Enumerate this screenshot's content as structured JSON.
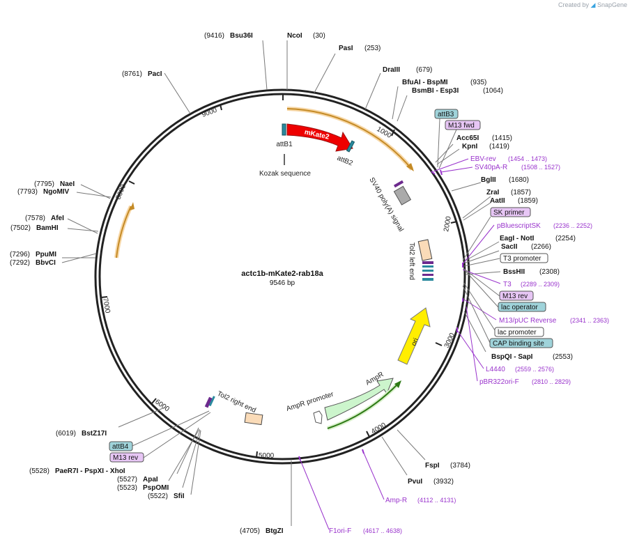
{
  "credit": {
    "prefix": "Created by",
    "brand": "SnapGene"
  },
  "plasmid": {
    "name": "actc1b-mKate2-rab18a",
    "length": "9546 bp"
  },
  "ticks": [
    "1000",
    "2000",
    "3000",
    "4000",
    "5000",
    "6000",
    "7000",
    "8000",
    "9000"
  ],
  "sites": [
    {
      "pos": "(9416)",
      "name": "Bsu36I"
    },
    {
      "name": "NcoI",
      "pos": "(30)"
    },
    {
      "name": "PasI",
      "pos": "(253)"
    },
    {
      "name": "DraIII",
      "pos": "(679)"
    },
    {
      "name": "BfuAI - BspMI",
      "pos": "(935)"
    },
    {
      "name": "BsmBI - Esp3I",
      "pos": "(1064)"
    },
    {
      "name": "Acc65I",
      "pos": "(1415)"
    },
    {
      "name": "KpnI",
      "pos": "(1419)"
    },
    {
      "name": "BglII",
      "pos": "(1680)"
    },
    {
      "name": "ZraI",
      "pos": "(1857)"
    },
    {
      "name": "AatII",
      "pos": "(1859)"
    },
    {
      "name": "EagI - NotI",
      "pos": "(2254)"
    },
    {
      "name": "SacII",
      "pos": "(2266)"
    },
    {
      "name": "BssHII",
      "pos": "(2308)"
    },
    {
      "name": "BspQI - SapI",
      "pos": "(2553)"
    },
    {
      "name": "FspI",
      "pos": "(3784)"
    },
    {
      "name": "PvuI",
      "pos": "(3932)"
    },
    {
      "pos": "(4705)",
      "name": "BtgZI"
    },
    {
      "pos": "(6019)",
      "name": "BstZ17I"
    },
    {
      "pos": "(5528)",
      "name": "PaeR7I - PspXI - XhoI"
    },
    {
      "pos": "(5527)",
      "name": "ApaI"
    },
    {
      "pos": "(5523)",
      "name": "PspOMI"
    },
    {
      "pos": "(5522)",
      "name": "SfiI"
    },
    {
      "pos": "(7296)",
      "name": "PpuMI"
    },
    {
      "pos": "(7292)",
      "name": "BbvCI"
    },
    {
      "pos": "(7578)",
      "name": "AfeI"
    },
    {
      "pos": "(7502)",
      "name": "BamHI"
    },
    {
      "pos": "(7795)",
      "name": "NaeI"
    },
    {
      "pos": "(7793)",
      "name": "NgoMIV"
    },
    {
      "pos": "(8761)",
      "name": "PacI"
    }
  ],
  "primers": [
    {
      "name": "EBV-rev",
      "range": "(1454 .. 1473)"
    },
    {
      "name": "SV40pA-R",
      "range": "(1508 .. 1527)"
    },
    {
      "name": "pBluescriptSK",
      "range": "(2236 .. 2252)"
    },
    {
      "name": "T3",
      "range": "(2289 .. 2309)"
    },
    {
      "name": "M13/pUC Reverse",
      "range": "(2341 .. 2363)"
    },
    {
      "name": "L4440",
      "range": "(2559 .. 2576)"
    },
    {
      "name": "pBR322ori-F",
      "range": "(2810 .. 2829)"
    },
    {
      "name": "Amp-R",
      "range": "(4112 .. 4131)"
    },
    {
      "name": "F1ori-F",
      "range": "(4617 .. 4638)"
    }
  ],
  "boxes": [
    {
      "label": "attB3",
      "kind": "attb"
    },
    {
      "label": "M13 fwd",
      "kind": "primer"
    },
    {
      "label": "SK primer",
      "kind": "primer"
    },
    {
      "label": "T3 promoter",
      "kind": "promoter"
    },
    {
      "label": "M13 rev",
      "kind": "primer"
    },
    {
      "label": "lac operator",
      "kind": "attb"
    },
    {
      "label": "lac promoter",
      "kind": "promoter"
    },
    {
      "label": "CAP binding site",
      "kind": "attb"
    },
    {
      "label": "attB4",
      "kind": "attb"
    },
    {
      "label": "M13 rev",
      "kind": "primer"
    }
  ],
  "features": {
    "mKate2": "mKate2",
    "attB1": "attB1",
    "attB2": "attB2",
    "kozak": "Kozak sequence",
    "sv40": "SV40 poly(A) signal",
    "tol2left": "Tol2 left end",
    "ori": "ori",
    "ampR": "AmpR",
    "ampRpromoter": "AmpR promoter",
    "tol2right": "Tol2 right end"
  },
  "colors": {
    "backbone": "#222222",
    "mKate2": "#ee0000",
    "orf": "#f5b25f",
    "ori": "#ffee00",
    "ampR": "#ccf5cc",
    "primer": "#9933cc",
    "primer_box": "#e7c6f5",
    "attb_box": "#9fd3da",
    "tol2": "#fadbb8",
    "sv40": "#aaaaaa"
  }
}
